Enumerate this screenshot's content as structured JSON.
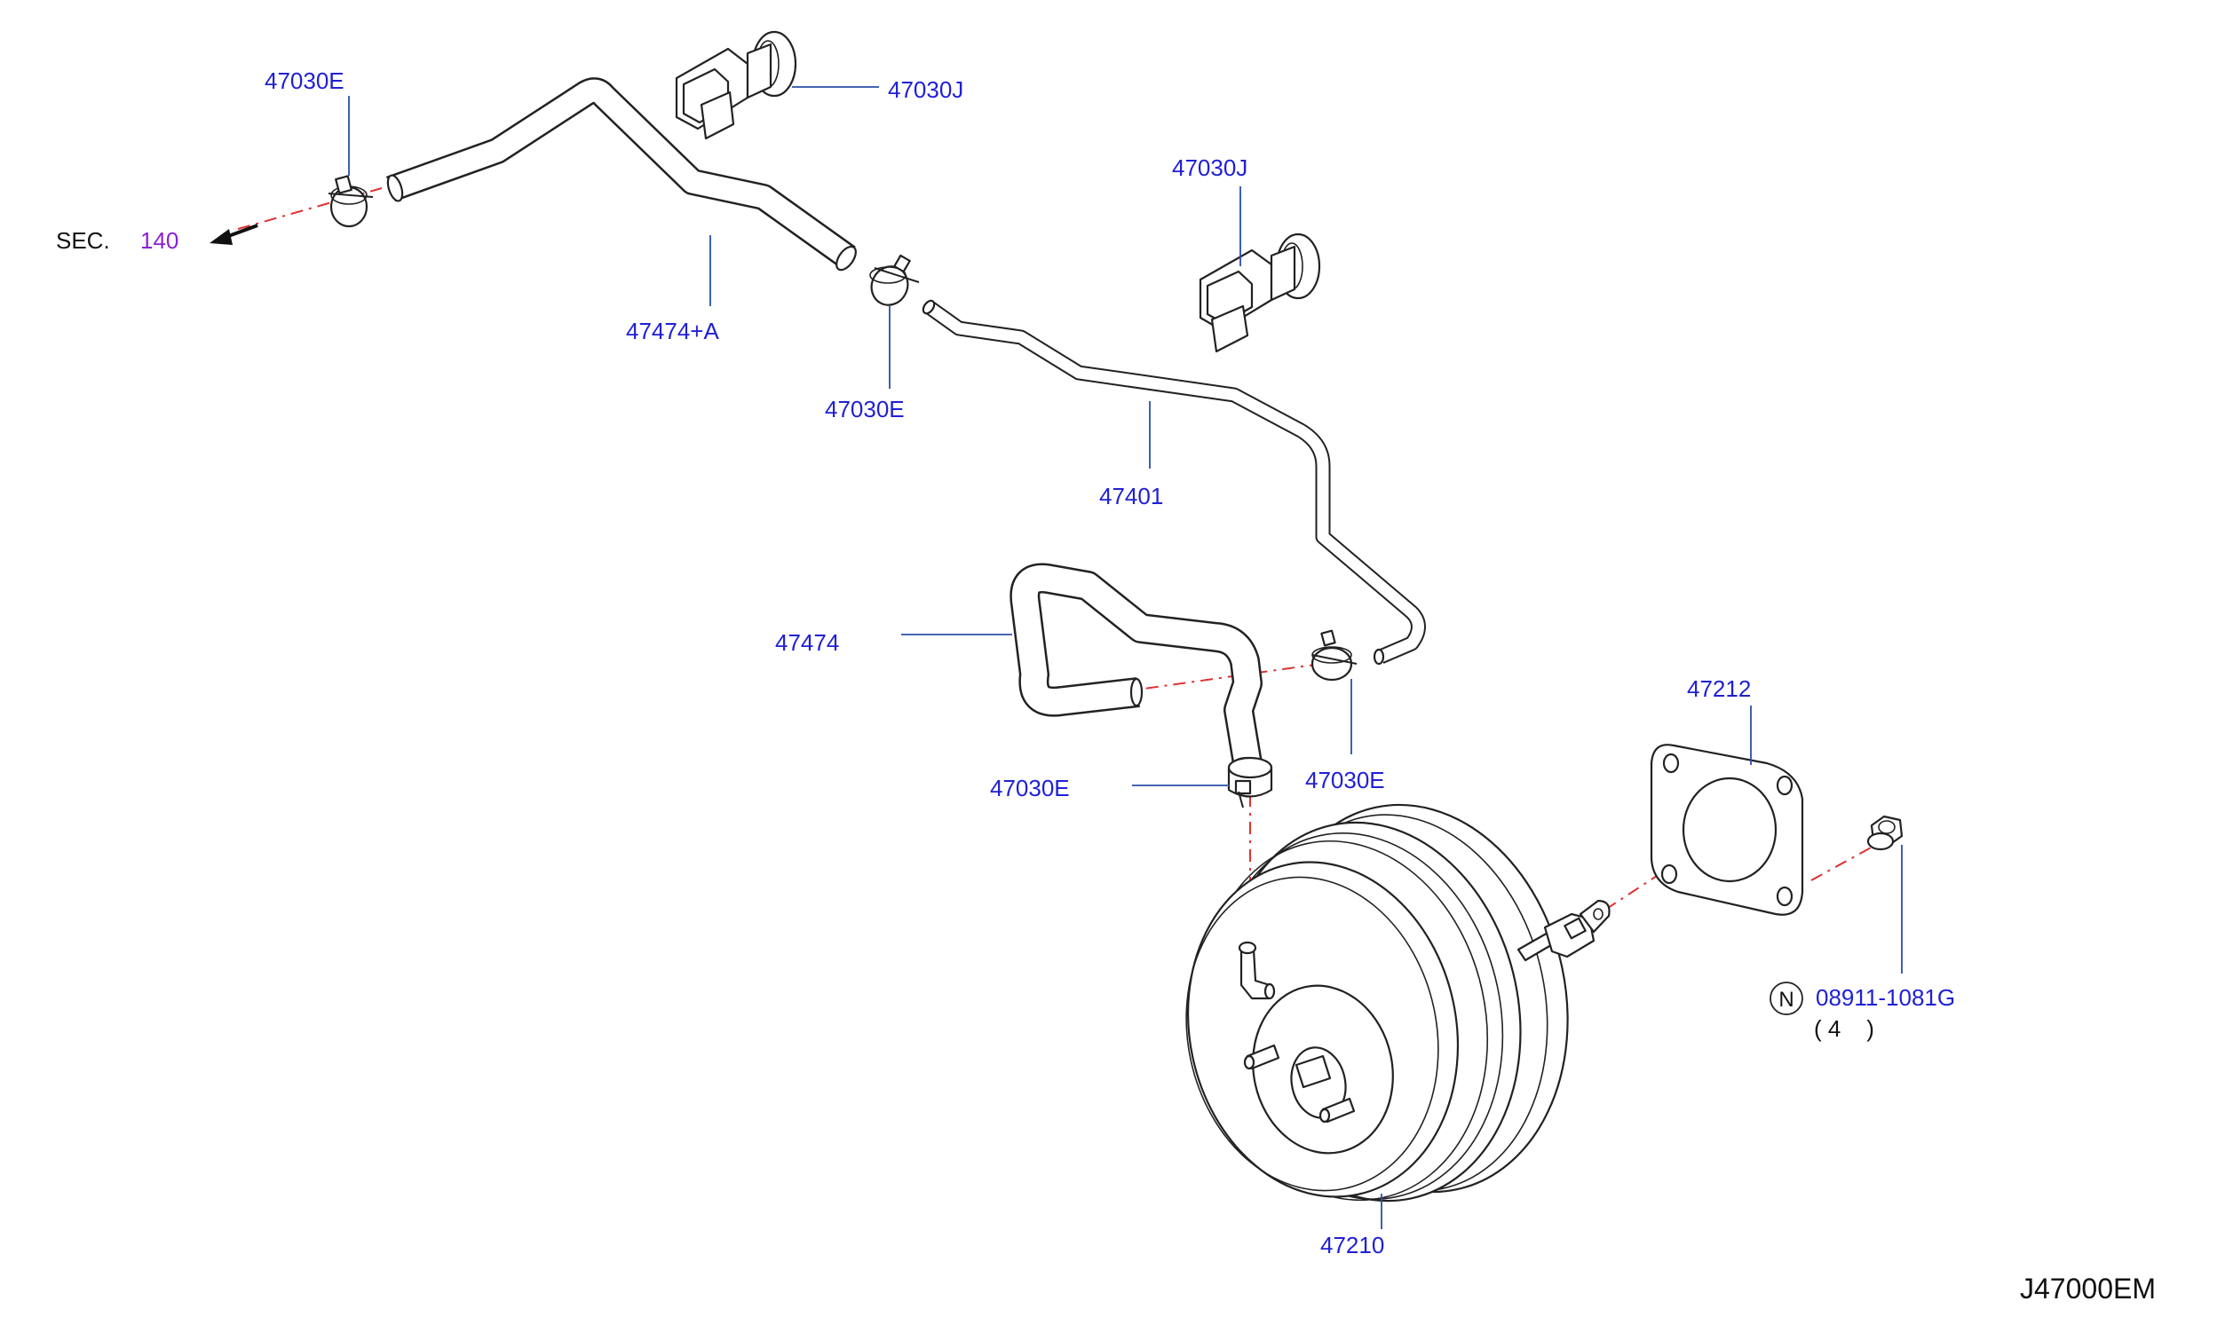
{
  "labels": {
    "clamp_top_left": "47030E",
    "clip_top": "47030J",
    "sec_prefix": "SEC.",
    "sec_number": "140",
    "hose_upper": "47474+A",
    "clamp_upper_mid": "47030E",
    "clip_mid": "47030J",
    "tube_main": "47401",
    "hose_lower": "47474",
    "clamp_lower_left": "47030E",
    "clamp_lower_right": "47030E",
    "gasket": "47212",
    "nut_circle": "N",
    "nut_part": "08911-1081G",
    "nut_qty": "( 4    )",
    "booster": "47210",
    "diagram_code": "J47000EM"
  },
  "colors": {
    "part_number": "#1f1fd6",
    "section_ref": "#8b1fd6",
    "leader": "#2a4fa8",
    "centerline": "#e03030"
  }
}
